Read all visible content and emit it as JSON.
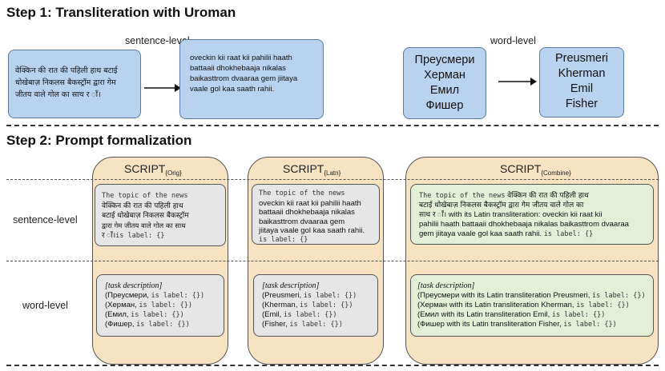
{
  "step1": {
    "title": "Step 1: Transliteration with Uroman",
    "sentence_level_label": "sentence-level",
    "word_level_label": "word-level",
    "hindi_text": [
      "वेक्किन की रात की पहिली हाथ बटाई",
      "धोखेबाज़ निकलस बैकस्ट्रॉम द्वारा गेम",
      "जीतय वाले गोल का साथ र ाँ।"
    ],
    "latin_text": [
      "oveckin kii raat kii pahilii haath",
      "battaaii dhokhebaaja nikalas",
      "baikasttrom dvaaraa gem jiitaya",
      "vaale gol kaa saath rahii."
    ],
    "cyrillic_words": [
      "Преусмери",
      "Херман",
      "Емил",
      "Фишер"
    ],
    "latin_words": [
      "Preusmeri",
      "Kherman",
      "Emil",
      "Fisher"
    ]
  },
  "step2": {
    "title": "Step 2: Prompt formalization",
    "sentence_level_label": "sentence-level",
    "word_level_label": "word-level",
    "panels": {
      "orig": {
        "title": "SCRIPT",
        "subscript": "{Orig}",
        "sentence_prefix": "The topic of the news",
        "sentence_lines": [
          "वेक्किन की रात की पहिली हाथ",
          "बटाई धोखेबाज़ निकलस बैकस्ट्रॉम",
          "द्वारा गेम जीतय वाले गोल का साथ",
          "र ाँ।"
        ],
        "label_suffix": "is label: {}",
        "task_description": "[task description]",
        "words": [
          "(Преусмери,",
          "(Херман,",
          "(Емил,",
          "(Фишер,"
        ],
        "word_suffix": "is label: {})"
      },
      "latn": {
        "title": "SCRIPT",
        "subscript": "{Latn}",
        "sentence_prefix": "The topic of the news",
        "sentence_lines": [
          "oveckin kii raat kii pahilii haath",
          "battaaii dhokhebaaja nikalas",
          "baikasttrom dvaaraa gem",
          "jiitaya vaale gol kaa saath rahii."
        ],
        "label_suffix": "is label: {}",
        "task_description": "[task description]",
        "words": [
          "(Preusmeri,",
          "(Kherman,",
          "(Emil,",
          "(Fisher,"
        ],
        "word_suffix": "is label: {})"
      },
      "combine": {
        "title": "SCRIPT",
        "subscript": "{Combine}",
        "sentence_prefix": "The topic of the news",
        "sentence_lines": [
          "वेक्किन की रात की पहिली हाथ",
          "बटाई धोखेबाज़ निकलस बैकस्ट्रॉम द्वारा गेम जीतय वाले गोल का",
          "साथ र ाँ।",
          "with its Latin transliteration: oveckin kii raat kii",
          "pahilii haath battaaii dhokhebaaja nikalas baikasttrom dvaaraa",
          "gem jiitaya vaale gol kaa saath rahii."
        ],
        "label_suffix": "is label: {}",
        "task_description": "[task description]",
        "words": [
          "(Преусмери with its Latin transliteration Preusmeri,",
          "(Херман with its Latin transliteration Kherman,",
          "(Емил with its Latin transliteration Emil,",
          "(Фишер with its Latin transliteration Fisher,"
        ],
        "word_suffix": "is label: {})"
      }
    }
  }
}
